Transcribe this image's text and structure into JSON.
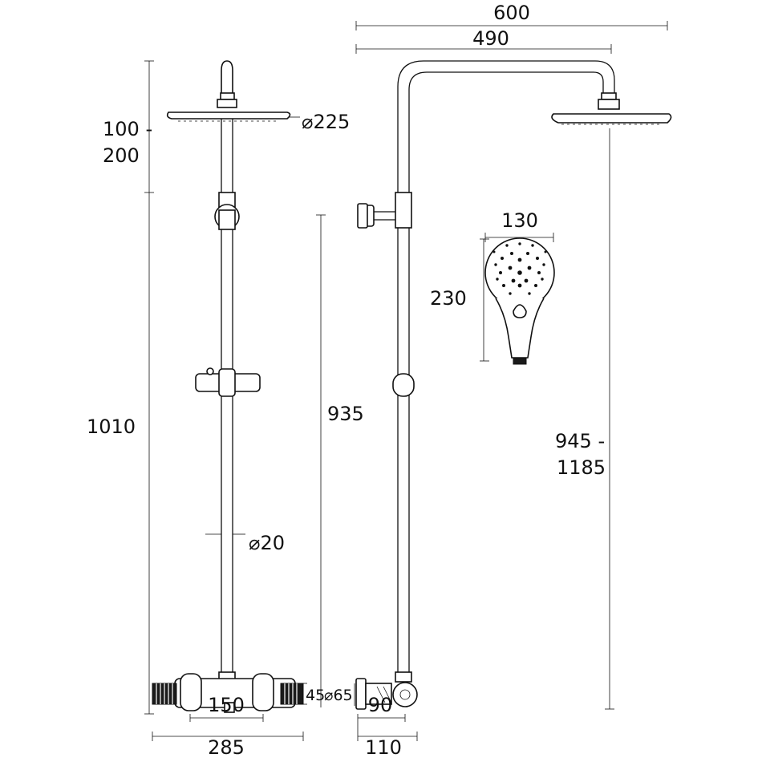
{
  "dimensions": {
    "total_width": "600",
    "arm_reach": "490",
    "head_diameter": "⌀225",
    "head_height_top": "100 -",
    "head_height_bottom": "200",
    "rail_height": "1010",
    "riser_height": "935",
    "pipe_diameter": "⌀20",
    "handset_width": "130",
    "handset_length": "230",
    "floor_height_top": "945 -",
    "floor_height_bottom": "1185",
    "valve_height": "45",
    "valve_diameter": "⌀65",
    "centres": "150",
    "valve_width": "285",
    "projection_a": "90",
    "projection_b": "110"
  },
  "colors": {
    "line": "#111111",
    "handle": "#1a1a1a",
    "background": "#ffffff"
  }
}
